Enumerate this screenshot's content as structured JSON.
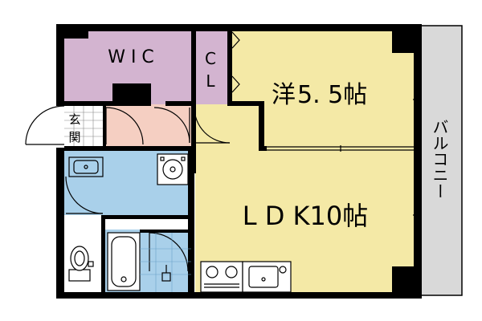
{
  "rooms": {
    "wic": "W I C",
    "closet_top": "C",
    "closet_bottom": "L",
    "bedroom_prefix": "洋",
    "bedroom_size": "5. 5帖",
    "ldk": "L D K10帖",
    "entrance_top": "玄",
    "entrance_bottom": "関",
    "balcony": "バルコニー"
  },
  "colors": {
    "wall": "#000000",
    "floor_wood": "#f4e9a6",
    "wic": "#d3b4d0",
    "hall": "#f5cfc2",
    "bath": "#a9d0ea",
    "balcony": "#d9d9d9"
  }
}
